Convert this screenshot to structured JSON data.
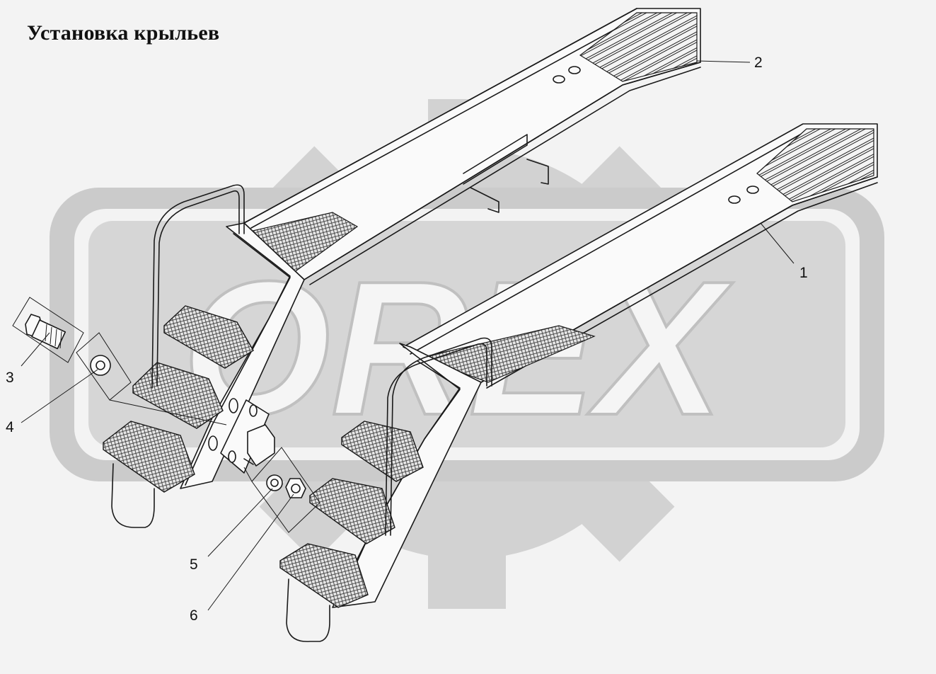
{
  "title": "Установка крыльев",
  "watermark": {
    "text": "OREX",
    "color": "#c8c8c8",
    "gear_color": "#d0d0d0"
  },
  "callouts": [
    {
      "number": "1",
      "part": "wing-step-right"
    },
    {
      "number": "2",
      "part": "wing-step-left"
    },
    {
      "number": "3",
      "part": "bolt"
    },
    {
      "number": "4",
      "part": "washer"
    },
    {
      "number": "5",
      "part": "spring-washer"
    },
    {
      "number": "6",
      "part": "nut"
    }
  ],
  "colors": {
    "line": "#1a1a1a",
    "background": "#f3f3f3"
  }
}
